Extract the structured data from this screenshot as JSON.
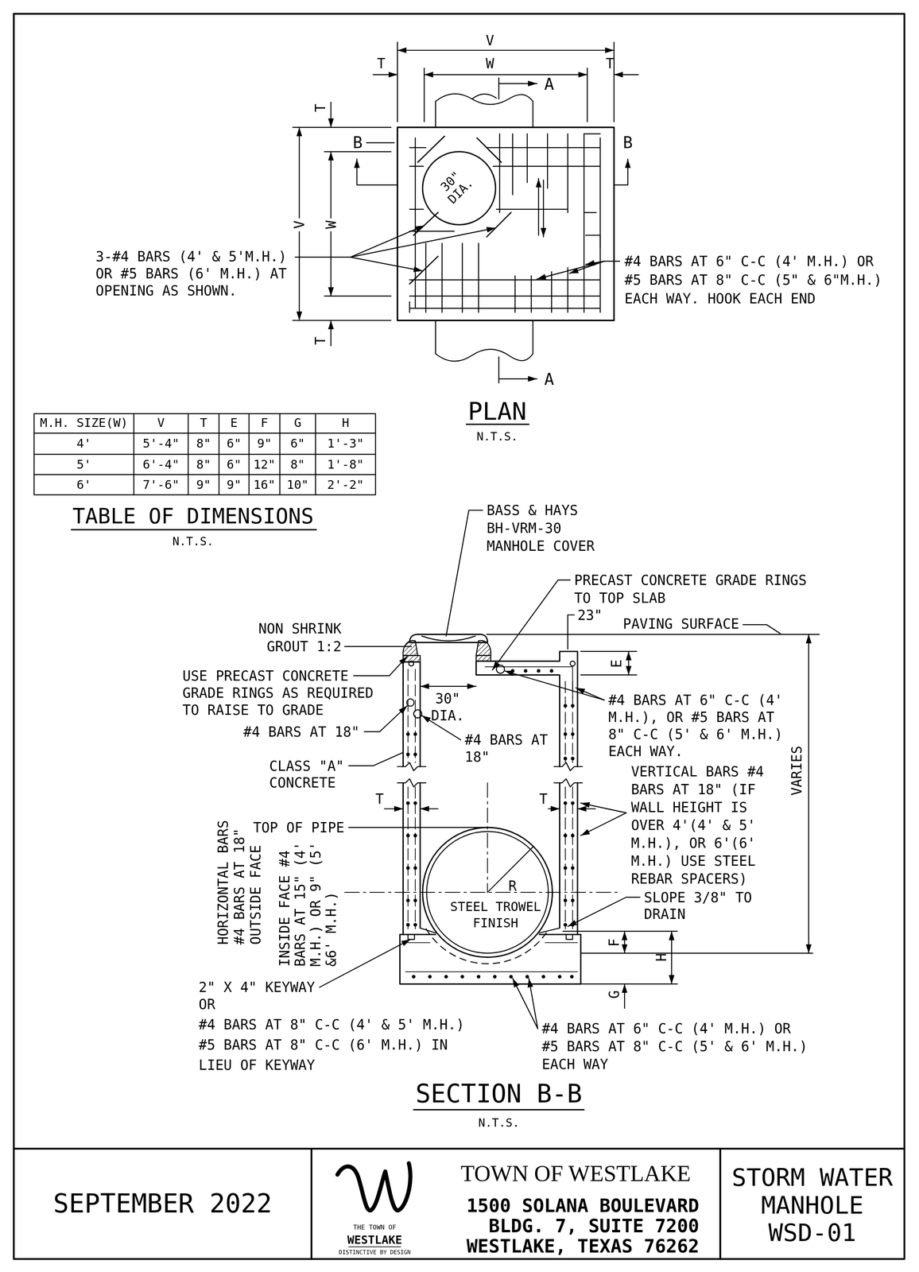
{
  "diagram": {
    "nodes": [
      {
        "text": [
          "SEPTEMBER 2022"
        ]
      },
      {
        "text": [
          "TOWN OF WESTLAKE",
          "1500 SOLANA BOULEVARD BLDG. 7, SUITE 7200 WESTLAKE, TEXAS 76262"
        ]
      },
      {
        "text": [
          "STORM WATER MANHOLE WSD-01"
        ]
      }
    ],
    "labels": [
      "V",
      "W",
      "T",
      "T",
      "A",
      "B",
      "B",
      "T",
      "V",
      "W",
      "T",
      "30\" DIA.",
      "3-#4 BARS (4' & 5'M.H.) OR #5 BARS (6' M.H.) AT OPENING AS SHOWN.",
      "#4 BARS AT 6\" C-C (4' M.H.) OR #5 BARS AT 8\" C-C (5\" & 6\"M.H.) EACH WAY. HOOK EACH END",
      "A",
      "PLAN",
      "N.T.S.",
      "M.H. SIZE(W)",
      "V",
      "T",
      "E",
      "F",
      "G",
      "H",
      "4'",
      "5'-4\"",
      "8\"",
      "6\"",
      "9\"",
      "6\"",
      "1'-3\"",
      "5'",
      "6'-4\"",
      "8\"",
      "6\"",
      "12\"",
      "8\"",
      "1'-8\"",
      "6'",
      "7'-6\"",
      "9\"",
      "9\"",
      "16\"",
      "10\"",
      "2'-2\"",
      "TABLE OF DIMENSIONS",
      "N.T.S.",
      "BASS & HAYS BH-VRM-30 MANHOLE COVER",
      "PRECAST CONCRETE GRADE RINGS TO TOP SLAB",
      "23\"",
      "PAVING SURFACE",
      "NON SHRINK GROUT 1:2",
      "USE PRECAST CONCRETE GRADE RINGS AS REQUIRED TO RAISE TO GRADE",
      "30\" DIA.",
      "E",
      "#4 BARS AT 6\" C-C (4' M.H.), OR #5 BARS AT 8\" C-C (5' & 6' M.H.) EACH WAY.",
      "#4 BARS AT 18\"",
      "#4 BARS AT 18\"",
      "CLASS \"A\" CONCRETE",
      "VARIES",
      "VERTICAL BARS #4 BARS AT 18\" (IF WALL HEIGHT IS OVER 4'(4' & 5' M.H.), OR 6'(6' M.H.) USE STEEL REBAR SPACERS)",
      "T",
      "T",
      "TOP OF PIPE",
      "HORIZONTAL BARS #4 BARS AT 18\" OUTSIDE FACE",
      "INSIDE FACE #4 BARS AT 15\" (4' M.H.) OR 9\" (5' &6' M.H.)",
      "R",
      "SLOPE 3/8\" TO DRAIN",
      "STEEL TROWEL FINISH",
      "F",
      "H",
      "G",
      "2\" X 4\" KEYWAY OR",
      "#4 BARS AT 8\" C-C (4' & 5' M.H.) #5 BARS AT 8\" C-C (6' M.H.) IN LIEU OF KEYWAY",
      "#4 BARS AT 6\" C-C (4' M.H.) OR #5 BARS AT 8\" C-C (5' & 6' M.H.) EACH WAY",
      "SECTION B-B",
      "N.T.S.",
      "THE TOWN OF",
      "WESTLAKE",
      "DISTINCTIVE BY DESIGN"
    ]
  }
}
